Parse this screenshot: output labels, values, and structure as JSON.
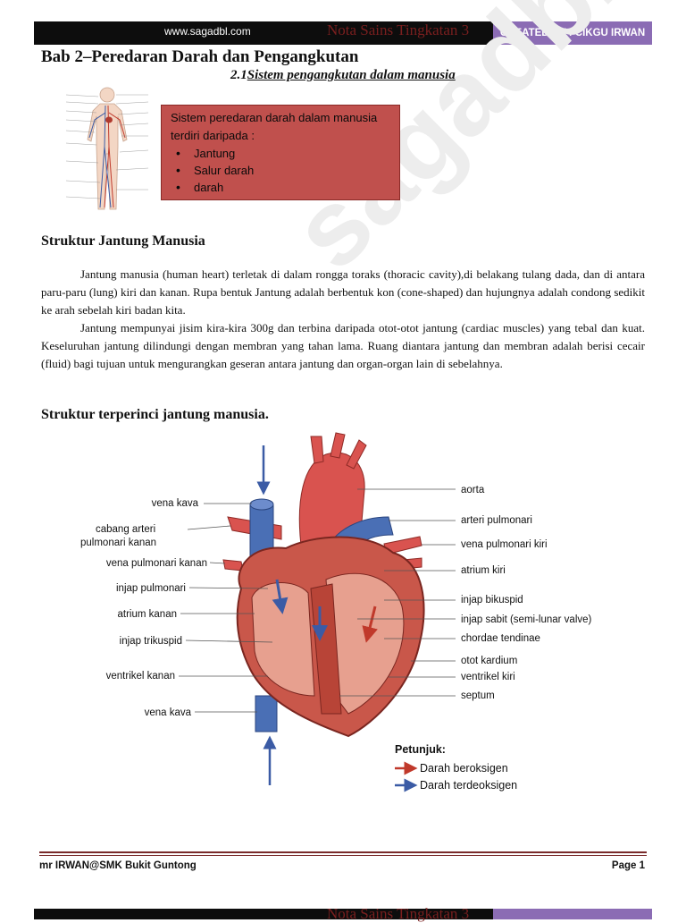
{
  "header": {
    "site": "www.sagadbl.com",
    "title": "Nota Sains Tingkatan 3",
    "created": "CREATED BY : CIKGU IRWAN"
  },
  "chapter_title": "Bab 2–Peredaran Darah dan Pengangkutan",
  "section_number": "2.1",
  "section_title": "Sistem pengangkutan dalam manusia",
  "infobox": {
    "line1": "Sistem peredaran darah dalam manusia",
    "line2": "terdiri daripada :",
    "items": [
      "Jantung",
      "Salur darah",
      "darah"
    ],
    "color": "#c0504d"
  },
  "structure_heading": "Struktur Jantung Manusia",
  "paragraph1": "Jantung manusia (human heart) terletak di dalam rongga toraks (thoracic cavity),di belakang tulang dada, dan di antara paru-paru (lung) kiri dan kanan. Rupa bentuk Jantung adalah berbentuk kon (cone-shaped) dan hujungnya adalah condong sedikit ke arah sebelah kiri badan kita.",
  "paragraph2": "Jantung mempunyai jisim kira-kira 300g dan terbina daripada otot-otot jantung (cardiac muscles) yang tebal dan kuat. Keseluruhan jantung dilindungi dengan membran yang tahan lama. Ruang diantara jantung dan membran adalah berisi cecair (fluid) bagi tujuan untuk mengurangkan geseran antara jantung dan organ-organ lain di sebelahnya.",
  "detail_heading": "Struktur terperinci jantung manusia.",
  "watermark": "sagadbl.com",
  "diagram": {
    "left_labels": [
      "vena kava",
      "cabang arteri",
      "pulmonari kanan",
      "vena pulmonari kanan",
      "injap pulmonari",
      "atrium kanan",
      "injap trikuspid",
      "ventrikel kanan",
      "vena kava"
    ],
    "right_labels": [
      "aorta",
      "arteri pulmonari",
      "vena pulmonari kiri",
      "atrium kiri",
      "injap bikuspid",
      "injap sabit (semi-lunar valve)",
      "chordae tendinae",
      "otot kardium",
      "ventrikel kiri",
      "septum"
    ],
    "legend": {
      "title": "Petunjuk:",
      "oxygenated": "Darah beroksigen",
      "deoxygenated": "Darah terdeoksigen"
    },
    "colors": {
      "oxygenated": "#c0392b",
      "deoxygenated": "#3b5ba5"
    }
  },
  "footer": {
    "left": "mr IRWAN@SMK Bukit Guntong",
    "right": "Page 1"
  }
}
